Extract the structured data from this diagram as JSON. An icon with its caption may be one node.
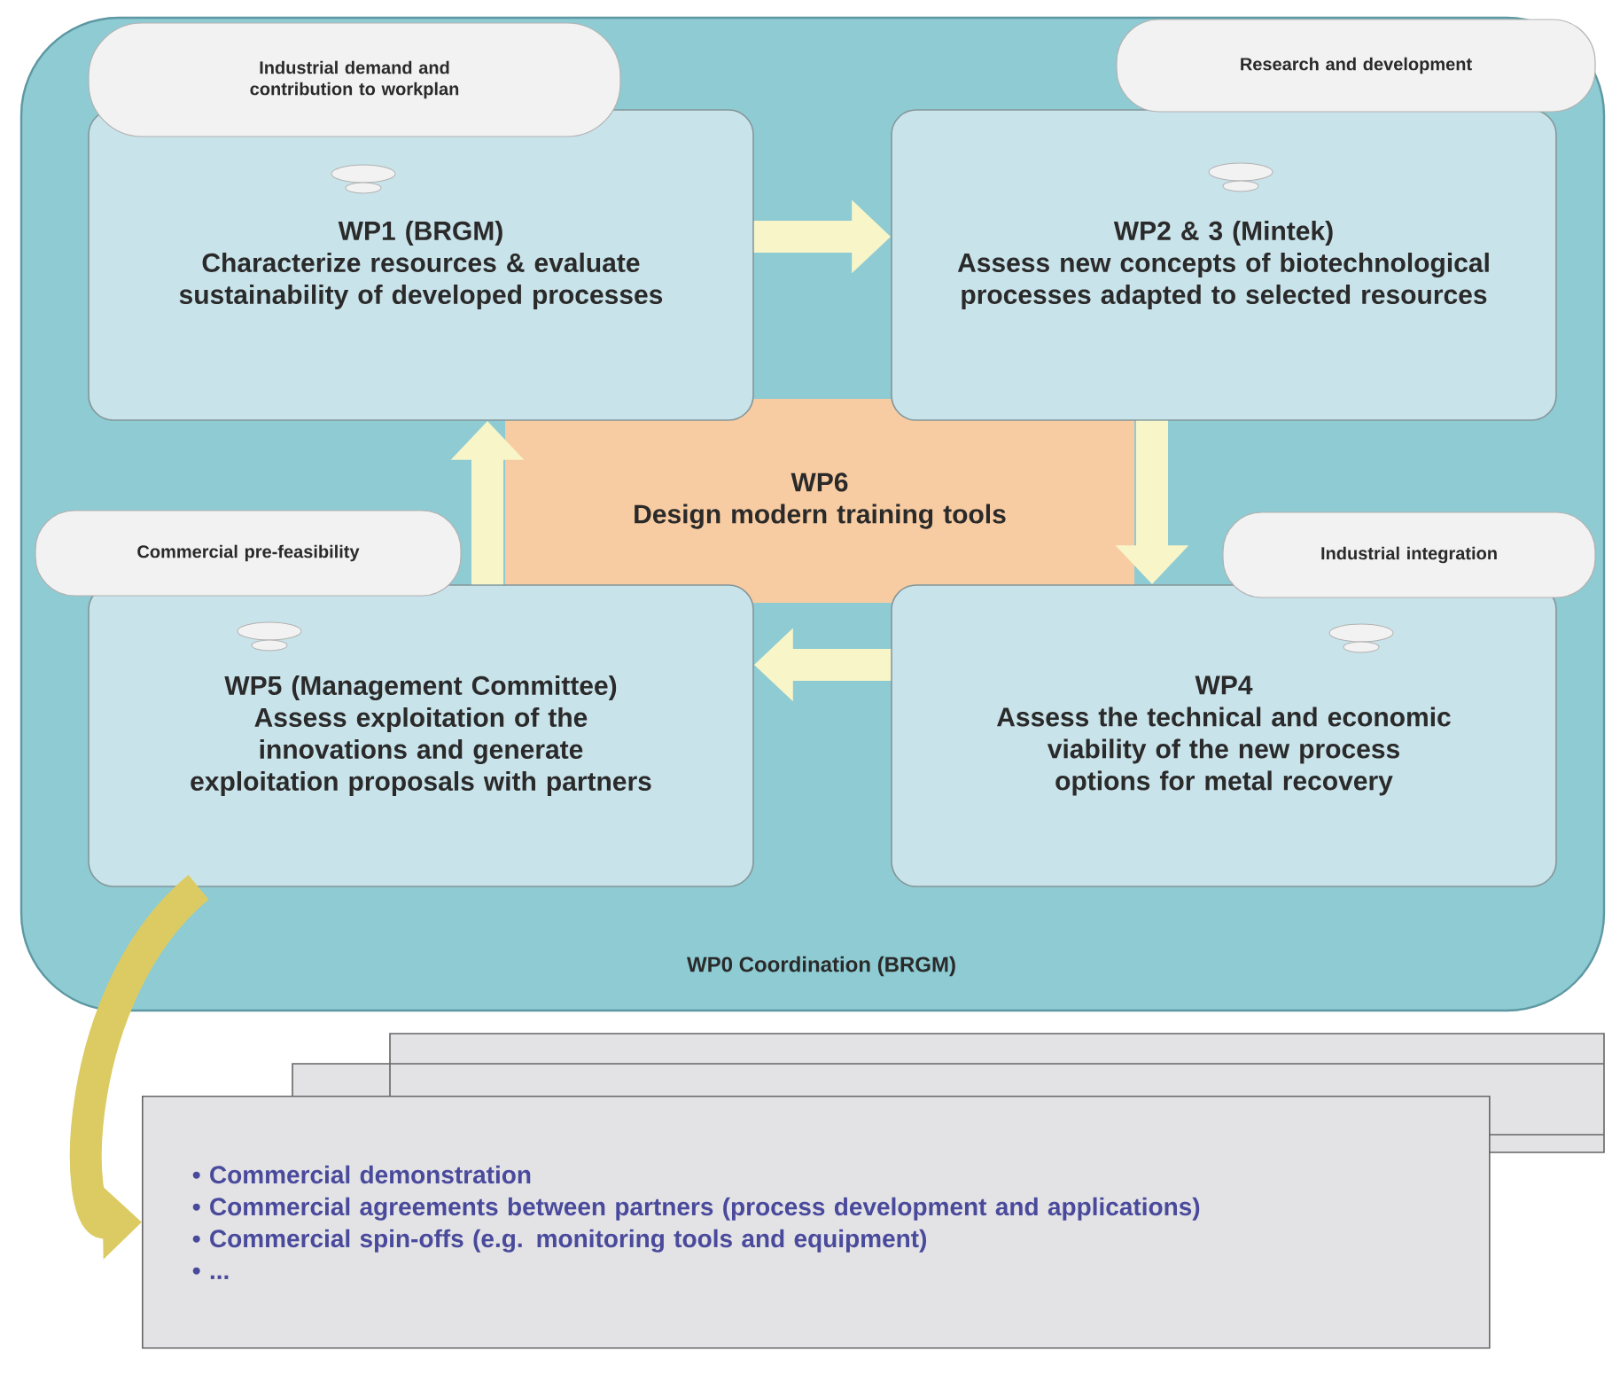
{
  "diagram": {
    "nodes": [
      {
        "text": [
          "WP0 Coordination (BRGM)"
        ]
      },
      {
        "text": [
          "Industrial demand and contribution to workplan"
        ],
        "in": 0
      },
      {
        "text": [
          "WP1 (BRGM)",
          "Characterize resources & evaluate sustainability of developed processes"
        ],
        "in": 0
      },
      {
        "text": [
          "Research and development"
        ],
        "in": 0
      },
      {
        "text": [
          "WP2 & 3 (Mintek)",
          "Assess new concepts of biotechnological processes adapted to selected resources"
        ],
        "in": 0
      },
      {
        "text": [
          "WP6",
          "Design modern training tools"
        ],
        "in": 0
      },
      {
        "text": [
          "Commercial pre-feasibility"
        ],
        "in": 0
      },
      {
        "text": [
          "WP5 (Management Committee)",
          "Assess exploitation of the innovations and generate exploitation proposals with partners"
        ],
        "in": 0
      },
      {
        "text": [
          "Industrial integration"
        ],
        "in": 0
      },
      {
        "text": [
          "WP4",
          "Assess the technical and economic viability of the new process options for metal recovery"
        ],
        "in": 0
      },
      {
        "text": [
          "• Commercial demonstration",
          "• Commercial agreements between partners (process development and applications)",
          "• Commercial spin-offs (e.g. monitoring tools and equipment)",
          "• ..."
        ]
      }
    ],
    "edges": [
      {
        "from": 2,
        "to": 4,
        "arrow": "to"
      },
      {
        "from": 4,
        "to": 9,
        "arrow": "to"
      },
      {
        "from": 9,
        "to": 7,
        "arrow": "to"
      },
      {
        "from": 7,
        "to": 2,
        "arrow": "to"
      },
      {
        "from": 7,
        "to": 10,
        "arrow": "to",
        "color": "#dccb62"
      }
    ]
  }
}
